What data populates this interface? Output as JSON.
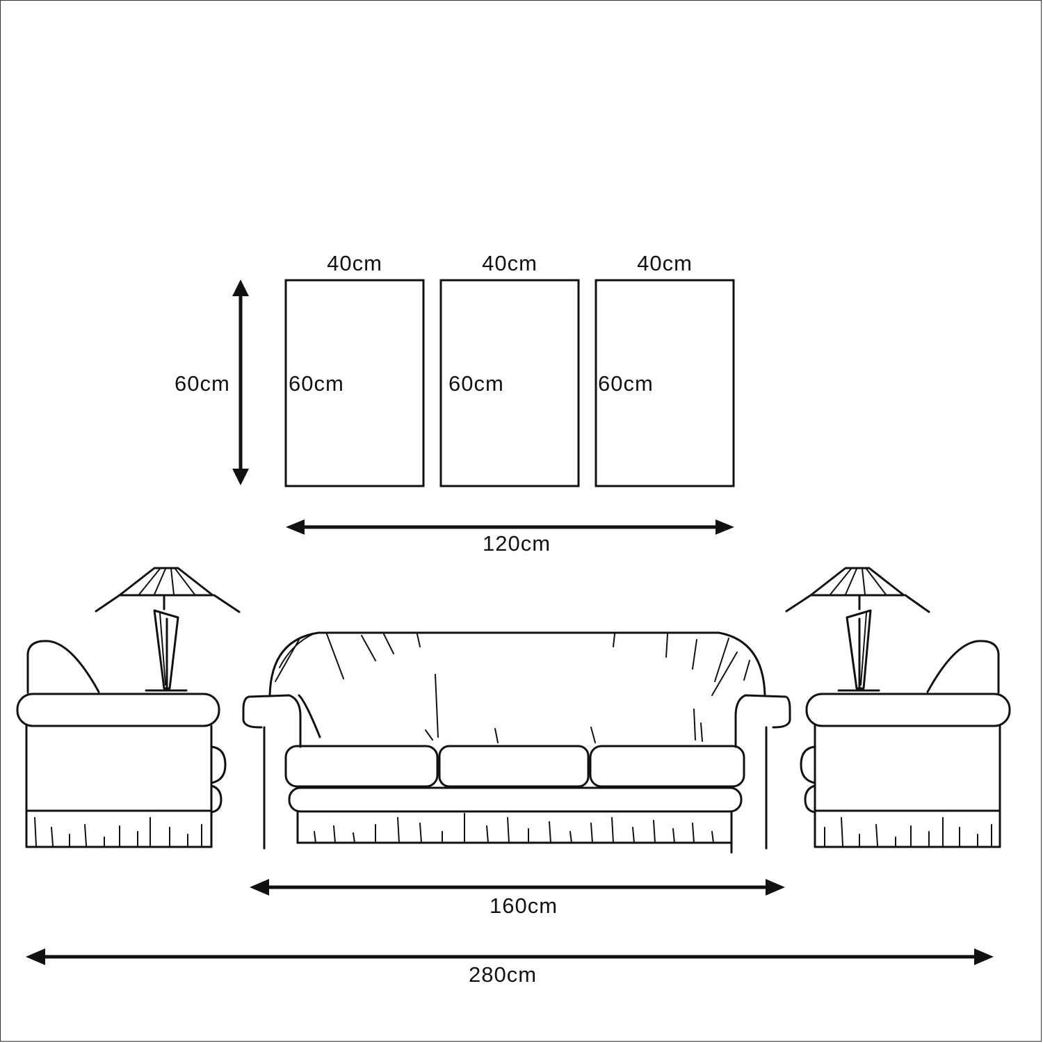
{
  "panels": [
    {
      "width_label": "40cm",
      "height_label": "60cm"
    },
    {
      "width_label": "40cm",
      "height_label": "60cm"
    },
    {
      "width_label": "40cm",
      "height_label": "60cm"
    }
  ],
  "dimensions": {
    "panel_height": "60cm",
    "total_width": "120cm",
    "sofa_width": "160cm",
    "room_width": "280cm"
  },
  "colors": {
    "line": "#111111",
    "background": "#ffffff"
  }
}
